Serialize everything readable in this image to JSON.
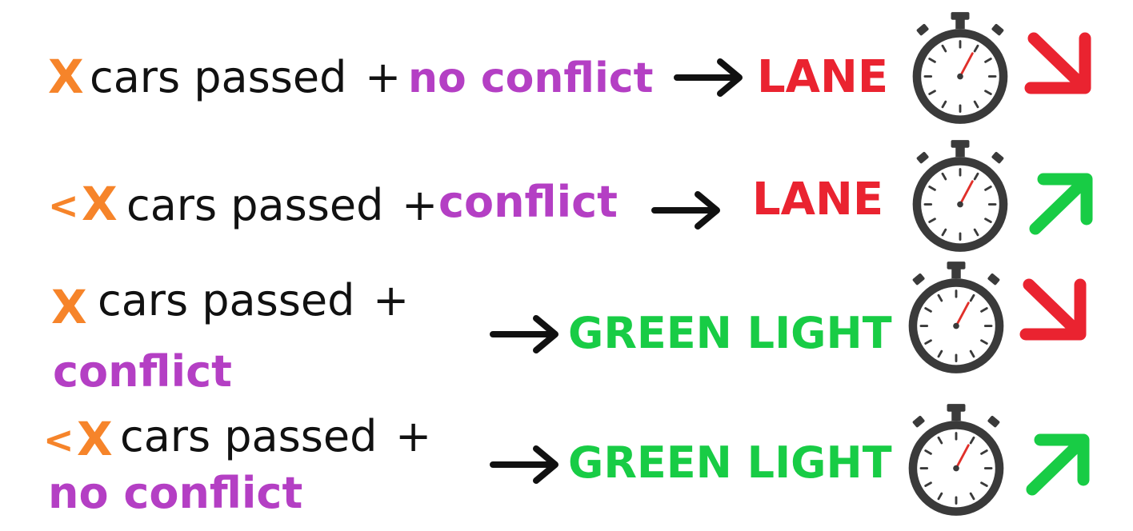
{
  "colors": {
    "x": "#f6842a",
    "text": "#111111",
    "conflict": "#b43fc4",
    "lane": "#ea2330",
    "green_light": "#18cc45",
    "down": "#ea2330",
    "up": "#18cc45",
    "watch_dark": "#3a3a3a",
    "needle": "#e0302a"
  },
  "rows": [
    {
      "prefix": "",
      "x": "X",
      "cars": "cars passed",
      "plus": "+",
      "condition": "no conflict",
      "result": "LANE",
      "trend": "down",
      "icons": {
        "arrow": "right-arrow-icon",
        "timer": "stopwatch-icon",
        "trend": "arrow-down-right-icon"
      }
    },
    {
      "prefix": "<",
      "x": "X",
      "cars": "cars passed",
      "plus": "+",
      "condition": "conflict",
      "result": "LANE",
      "trend": "up",
      "icons": {
        "arrow": "right-arrow-icon",
        "timer": "stopwatch-icon",
        "trend": "arrow-up-right-icon"
      }
    },
    {
      "prefix": "",
      "x": "X",
      "cars": "cars passed",
      "plus": "+",
      "condition": "conflict",
      "result": "GREEN LIGHT",
      "trend": "down",
      "icons": {
        "arrow": "right-arrow-icon",
        "timer": "stopwatch-icon",
        "trend": "arrow-down-right-icon"
      }
    },
    {
      "prefix": "<",
      "x": "X",
      "cars": "cars passed",
      "plus": "+",
      "condition": "no conflict",
      "result": "GREEN LIGHT",
      "trend": "up",
      "icons": {
        "arrow": "right-arrow-icon",
        "timer": "stopwatch-icon",
        "trend": "arrow-up-right-icon"
      }
    }
  ]
}
